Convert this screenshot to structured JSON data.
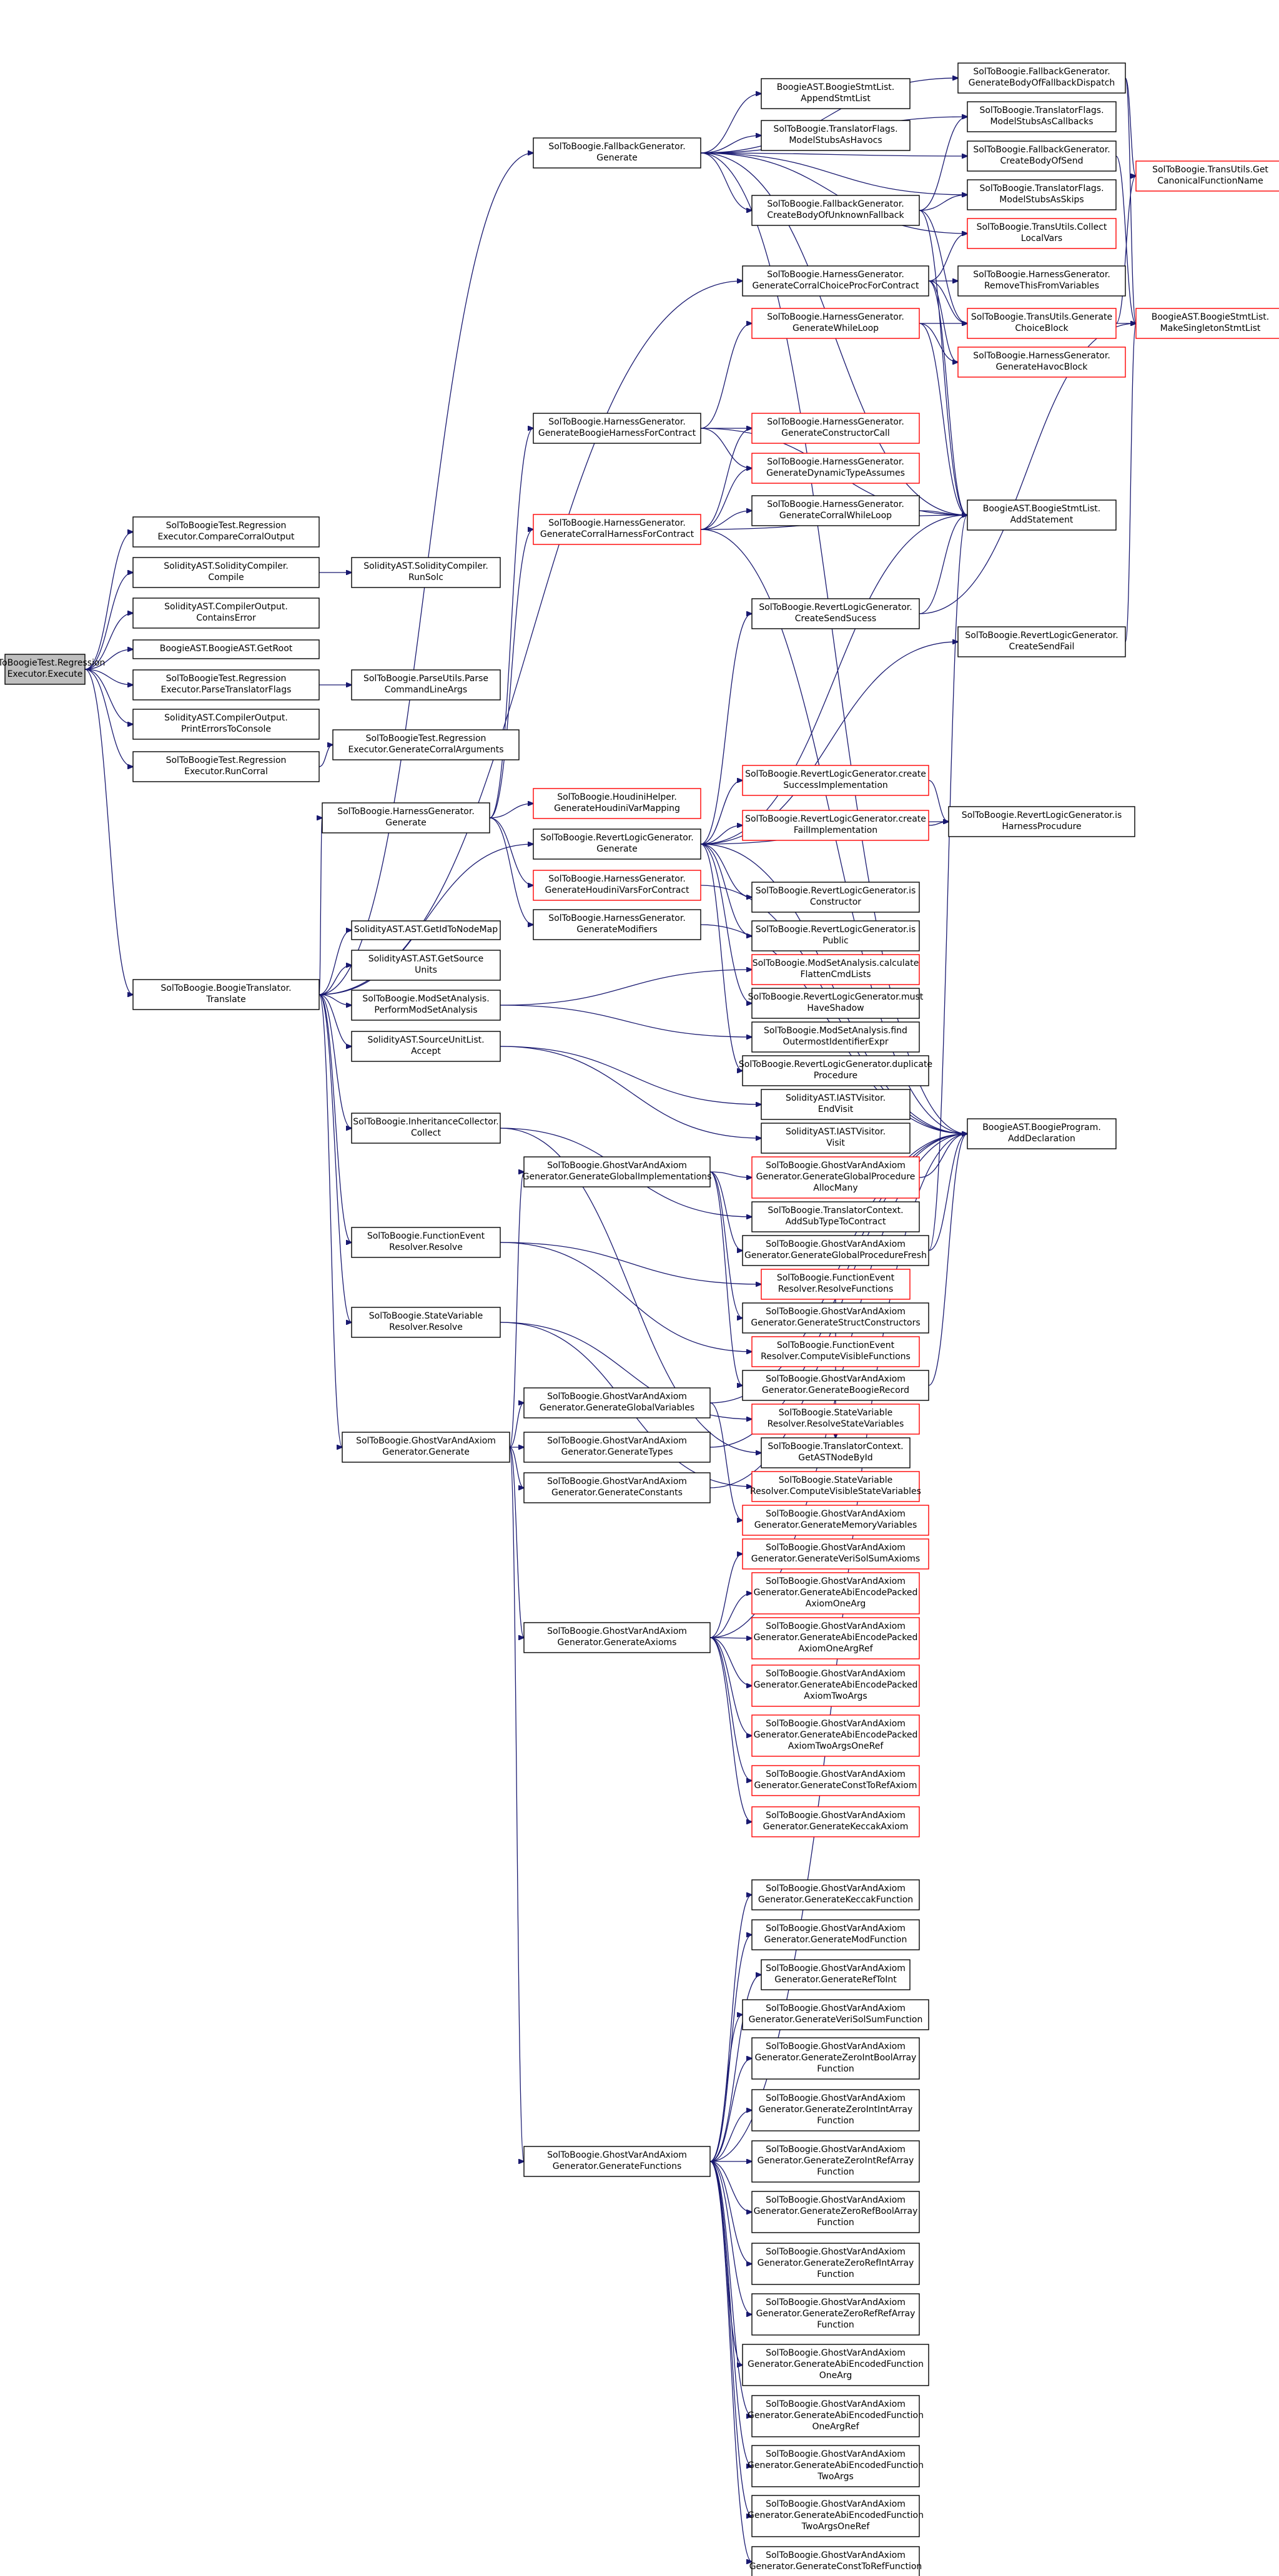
{
  "colors": {
    "edge": "#191970",
    "node_border": "#000000",
    "node_border_missing": "#ff0000",
    "root_fill": "#bfbfbf",
    "node_fill": "#ffffff"
  },
  "nodes": [
    {
      "id": "n0",
      "lines": [
        "SolToBoogieTest.Regression",
        "Executor.Execute"
      ],
      "style": "root"
    },
    {
      "id": "n1",
      "lines": [
        "SolToBoogieTest.Regression",
        "Executor.CompareCorralOutput"
      ]
    },
    {
      "id": "n2",
      "lines": [
        "SolidityAST.SolidityCompiler.",
        "Compile"
      ]
    },
    {
      "id": "n3",
      "lines": [
        "SolidityAST.SolidityCompiler.",
        "RunSolc"
      ]
    },
    {
      "id": "n4",
      "lines": [
        "SolidityAST.CompilerOutput.",
        "ContainsError"
      ]
    },
    {
      "id": "n5",
      "lines": [
        "BoogieAST.BoogieAST.GetRoot"
      ]
    },
    {
      "id": "n6",
      "lines": [
        "SolToBoogieTest.Regression",
        "Executor.ParseTranslatorFlags"
      ]
    },
    {
      "id": "n7",
      "lines": [
        "SolToBoogie.ParseUtils.Parse",
        "CommandLineArgs"
      ]
    },
    {
      "id": "n8",
      "lines": [
        "SolidityAST.CompilerOutput.",
        "PrintErrorsToConsole"
      ]
    },
    {
      "id": "n9",
      "lines": [
        "SolToBoogieTest.Regression",
        "Executor.RunCorral"
      ]
    },
    {
      "id": "n10",
      "lines": [
        "SolToBoogieTest.Regression",
        "Executor.GenerateCorralArguments"
      ]
    },
    {
      "id": "n11",
      "lines": [
        "SolToBoogie.BoogieTranslator.",
        "Translate"
      ]
    },
    {
      "id": "n12",
      "lines": [
        "SolToBoogie.FallbackGenerator.",
        "Generate"
      ]
    },
    {
      "id": "n13",
      "lines": [
        "BoogieAST.BoogieStmtList.",
        "AppendStmtList"
      ]
    },
    {
      "id": "n14",
      "lines": [
        "SolToBoogie.TranslatorFlags.",
        "ModelStubsAsHavocs"
      ]
    },
    {
      "id": "n15",
      "lines": [
        "SolToBoogie.FallbackGenerator.",
        "GenerateBodyOfFallbackDispatch"
      ]
    },
    {
      "id": "n16",
      "lines": [
        "SolToBoogie.TranslatorFlags.",
        "ModelStubsAsCallbacks"
      ]
    },
    {
      "id": "n17",
      "lines": [
        "SolToBoogie.FallbackGenerator.",
        "CreateBodyOfSend"
      ]
    },
    {
      "id": "n18",
      "lines": [
        "SolToBoogie.FallbackGenerator.",
        "CreateBodyOfUnknownFallback"
      ]
    },
    {
      "id": "n19",
      "lines": [
        "SolToBoogie.TranslatorFlags.",
        "ModelStubsAsSkips"
      ]
    },
    {
      "id": "n20",
      "lines": [
        "SolToBoogie.TransUtils.Get",
        "CanonicalFunctionName"
      ],
      "style": "red"
    },
    {
      "id": "n21",
      "lines": [
        "SolToBoogie.TransUtils.Collect",
        "LocalVars"
      ],
      "style": "red"
    },
    {
      "id": "n22",
      "lines": [
        "SolToBoogie.HarnessGenerator.",
        "GenerateCorralChoiceProcForContract"
      ]
    },
    {
      "id": "n23",
      "lines": [
        "SolToBoogie.HarnessGenerator.",
        "RemoveThisFromVariables"
      ]
    },
    {
      "id": "n24",
      "lines": [
        "SolToBoogie.HarnessGenerator.",
        "GenerateWhileLoop"
      ],
      "style": "red"
    },
    {
      "id": "n25",
      "lines": [
        "SolToBoogie.TransUtils.Generate",
        "ChoiceBlock"
      ],
      "style": "red"
    },
    {
      "id": "n26",
      "lines": [
        "BoogieAST.BoogieStmtList.",
        "MakeSingletonStmtList"
      ],
      "style": "red"
    },
    {
      "id": "n27",
      "lines": [
        "SolToBoogie.HarnessGenerator.",
        "GenerateHavocBlock"
      ],
      "style": "red"
    },
    {
      "id": "n28",
      "lines": [
        "SolToBoogie.HarnessGenerator.",
        "GenerateBoogieHarnessForContract"
      ]
    },
    {
      "id": "n29",
      "lines": [
        "SolToBoogie.HarnessGenerator.",
        "GenerateConstructorCall"
      ],
      "style": "red"
    },
    {
      "id": "n30",
      "lines": [
        "SolToBoogie.HarnessGenerator.",
        "GenerateDynamicTypeAssumes"
      ],
      "style": "red"
    },
    {
      "id": "n31",
      "lines": [
        "SolToBoogie.HarnessGenerator.",
        "GenerateCorralHarnessForContract"
      ],
      "style": "red"
    },
    {
      "id": "n32",
      "lines": [
        "SolToBoogie.HarnessGenerator.",
        "GenerateCorralWhileLoop"
      ]
    },
    {
      "id": "n33",
      "lines": [
        "BoogieAST.BoogieStmtList.",
        "AddStatement"
      ]
    },
    {
      "id": "n34",
      "lines": [
        "SolToBoogie.RevertLogicGenerator.",
        "CreateSendSucess"
      ]
    },
    {
      "id": "n35",
      "lines": [
        "SolToBoogie.RevertLogicGenerator.",
        "CreateSendFail"
      ]
    },
    {
      "id": "n36",
      "lines": [
        "SolToBoogie.RevertLogicGenerator.create",
        "SuccessImplementation"
      ],
      "style": "red"
    },
    {
      "id": "n37",
      "lines": [
        "SolToBoogie.RevertLogicGenerator.create",
        "FailImplementation"
      ],
      "style": "red"
    },
    {
      "id": "n38",
      "lines": [
        "SolToBoogie.RevertLogicGenerator.is",
        "HarnessProcudure"
      ]
    },
    {
      "id": "n39",
      "lines": [
        "SolToBoogie.HarnessGenerator.",
        "Generate"
      ]
    },
    {
      "id": "n40",
      "lines": [
        "SolToBoogie.HoudiniHelper.",
        "GenerateHoudiniVarMapping"
      ],
      "style": "red"
    },
    {
      "id": "n41",
      "lines": [
        "SolToBoogie.RevertLogicGenerator.",
        "Generate"
      ]
    },
    {
      "id": "n42",
      "lines": [
        "SolToBoogie.HarnessGenerator.",
        "GenerateHoudiniVarsForContract"
      ],
      "style": "red"
    },
    {
      "id": "n43",
      "lines": [
        "SolToBoogie.RevertLogicGenerator.is",
        "Constructor"
      ]
    },
    {
      "id": "n44",
      "lines": [
        "SolToBoogie.HarnessGenerator.",
        "GenerateModifiers"
      ]
    },
    {
      "id": "n45",
      "lines": [
        "SolToBoogie.RevertLogicGenerator.is",
        "Public"
      ]
    },
    {
      "id": "n46",
      "lines": [
        "SolidityAST.AST.GetIdToNodeMap"
      ]
    },
    {
      "id": "n47",
      "lines": [
        "SolToBoogie.RevertLogicGenerator.must",
        "HaveShadow"
      ]
    },
    {
      "id": "n48",
      "lines": [
        "SolidityAST.AST.GetSource",
        "Units"
      ]
    },
    {
      "id": "n49",
      "lines": [
        "SolToBoogie.ModSetAnalysis.calculate",
        "FlattenCmdLists"
      ],
      "style": "red"
    },
    {
      "id": "n50",
      "lines": [
        "SolToBoogie.ModSetAnalysis.",
        "PerformModSetAnalysis"
      ]
    },
    {
      "id": "n51",
      "lines": [
        "SolToBoogie.ModSetAnalysis.find",
        "OutermostIdentifierExpr"
      ]
    },
    {
      "id": "n52",
      "lines": [
        "SolToBoogie.RevertLogicGenerator.duplicate",
        "Procedure"
      ]
    },
    {
      "id": "n53",
      "lines": [
        "SolidityAST.SourceUnitList.",
        "Accept"
      ]
    },
    {
      "id": "n54",
      "lines": [
        "SolidityAST.IASTVisitor.",
        "EndVisit"
      ]
    },
    {
      "id": "n55",
      "lines": [
        "SolidityAST.IASTVisitor.",
        "Visit"
      ]
    },
    {
      "id": "n56",
      "lines": [
        "SolToBoogie.GhostVarAndAxiom",
        "Generator.GenerateGlobalProcedure",
        "AllocMany"
      ],
      "style": "red"
    },
    {
      "id": "n57",
      "lines": [
        "SolToBoogie.InheritanceCollector.",
        "Collect"
      ]
    },
    {
      "id": "n58",
      "lines": [
        "SolToBoogie.TranslatorContext.",
        "AddSubTypeToContract"
      ]
    },
    {
      "id": "n59",
      "lines": [
        "SolToBoogie.GhostVarAndAxiom",
        "Generator.GenerateGlobalProcedureFresh"
      ]
    },
    {
      "id": "n60",
      "lines": [
        "SolToBoogie.GhostVarAndAxiom",
        "Generator.GenerateGlobalImplementations"
      ]
    },
    {
      "id": "n61",
      "lines": [
        "BoogieAST.BoogieProgram.",
        "AddDeclaration"
      ]
    },
    {
      "id": "n62",
      "lines": [
        "SolToBoogie.GhostVarAndAxiom",
        "Generator.GenerateStructConstructors"
      ]
    },
    {
      "id": "n63",
      "lines": [
        "SolToBoogie.FunctionEvent",
        "Resolver.Resolve"
      ]
    },
    {
      "id": "n64",
      "lines": [
        "SolToBoogie.FunctionEvent",
        "Resolver.ResolveFunctions"
      ],
      "style": "red"
    },
    {
      "id": "n65",
      "lines": [
        "SolToBoogie.GhostVarAndAxiom",
        "Generator.GenerateBoogieRecord"
      ]
    },
    {
      "id": "n66",
      "lines": [
        "SolToBoogie.FunctionEvent",
        "Resolver.ComputeVisibleFunctions"
      ],
      "style": "red"
    },
    {
      "id": "n67",
      "lines": [
        "SolToBoogie.StateVariable",
        "Resolver.Resolve"
      ]
    },
    {
      "id": "n68",
      "lines": [
        "SolToBoogie.StateVariable",
        "Resolver.ResolveStateVariables"
      ],
      "style": "red"
    },
    {
      "id": "n69",
      "lines": [
        "SolToBoogie.TranslatorContext.",
        "GetASTNodeById"
      ]
    },
    {
      "id": "n70",
      "lines": [
        "SolToBoogie.StateVariable",
        "Resolver.ComputeVisibleStateVariables"
      ],
      "style": "red"
    },
    {
      "id": "n71",
      "lines": [
        "SolToBoogie.GhostVarAndAxiom",
        "Generator.GenerateGlobalVariables"
      ]
    },
    {
      "id": "n72",
      "lines": [
        "SolToBoogie.GhostVarAndAxiom",
        "Generator.GenerateMemoryVariables"
      ],
      "style": "red"
    },
    {
      "id": "n73",
      "lines": [
        "SolToBoogie.GhostVarAndAxiom",
        "Generator.Generate"
      ]
    },
    {
      "id": "n74",
      "lines": [
        "SolToBoogie.GhostVarAndAxiom",
        "Generator.GenerateTypes"
      ]
    },
    {
      "id": "n75",
      "lines": [
        "SolToBoogie.GhostVarAndAxiom",
        "Generator.GenerateConstants"
      ]
    },
    {
      "id": "n76",
      "lines": [
        "SolToBoogie.GhostVarAndAxiom",
        "Generator.GenerateVeriSolSumAxioms"
      ],
      "style": "red"
    },
    {
      "id": "n77",
      "lines": [
        "SolToBoogie.GhostVarAndAxiom",
        "Generator.GenerateAbiEncodePacked",
        "AxiomOneArg"
      ],
      "style": "red"
    },
    {
      "id": "n78",
      "lines": [
        "SolToBoogie.GhostVarAndAxiom",
        "Generator.GenerateAbiEncodePacked",
        "AxiomOneArgRef"
      ],
      "style": "red"
    },
    {
      "id": "n79",
      "lines": [
        "SolToBoogie.GhostVarAndAxiom",
        "Generator.GenerateAxioms"
      ]
    },
    {
      "id": "n80",
      "lines": [
        "SolToBoogie.GhostVarAndAxiom",
        "Generator.GenerateAbiEncodePacked",
        "AxiomTwoArgs"
      ],
      "style": "red"
    },
    {
      "id": "n81",
      "lines": [
        "SolToBoogie.GhostVarAndAxiom",
        "Generator.GenerateAbiEncodePacked",
        "AxiomTwoArgsOneRef"
      ],
      "style": "red"
    },
    {
      "id": "n82",
      "lines": [
        "SolToBoogie.GhostVarAndAxiom",
        "Generator.GenerateConstToRefAxiom"
      ],
      "style": "red"
    },
    {
      "id": "n83",
      "lines": [
        "SolToBoogie.GhostVarAndAxiom",
        "Generator.GenerateKeccakAxiom"
      ],
      "style": "red"
    },
    {
      "id": "n84",
      "lines": [
        "SolToBoogie.GhostVarAndAxiom",
        "Generator.GenerateKeccakFunction"
      ]
    },
    {
      "id": "n85",
      "lines": [
        "SolToBoogie.GhostVarAndAxiom",
        "Generator.GenerateModFunction"
      ]
    },
    {
      "id": "n86",
      "lines": [
        "SolToBoogie.GhostVarAndAxiom",
        "Generator.GenerateRefToInt"
      ]
    },
    {
      "id": "n87",
      "lines": [
        "SolToBoogie.GhostVarAndAxiom",
        "Generator.GenerateVeriSolSumFunction"
      ]
    },
    {
      "id": "n88",
      "lines": [
        "SolToBoogie.GhostVarAndAxiom",
        "Generator.GenerateZeroIntBoolArray",
        "Function"
      ]
    },
    {
      "id": "n89",
      "lines": [
        "SolToBoogie.GhostVarAndAxiom",
        "Generator.GenerateZeroIntIntArray",
        "Function"
      ]
    },
    {
      "id": "n90",
      "lines": [
        "SolToBoogie.GhostVarAndAxiom",
        "Generator.GenerateZeroIntRefArray",
        "Function"
      ]
    },
    {
      "id": "n91",
      "lines": [
        "SolToBoogie.GhostVarAndAxiom",
        "Generator.GenerateFunctions"
      ]
    },
    {
      "id": "n92",
      "lines": [
        "SolToBoogie.GhostVarAndAxiom",
        "Generator.GenerateZeroRefBoolArray",
        "Function"
      ]
    },
    {
      "id": "n93",
      "lines": [
        "SolToBoogie.GhostVarAndAxiom",
        "Generator.GenerateZeroRefIntArray",
        "Function"
      ]
    },
    {
      "id": "n94",
      "lines": [
        "SolToBoogie.GhostVarAndAxiom",
        "Generator.GenerateZeroRefRefArray",
        "Function"
      ]
    },
    {
      "id": "n95",
      "lines": [
        "SolToBoogie.GhostVarAndAxiom",
        "Generator.GenerateAbiEncodedFunction",
        "OneArg"
      ]
    },
    {
      "id": "n96",
      "lines": [
        "SolToBoogie.GhostVarAndAxiom",
        "Generator.GenerateAbiEncodedFunction",
        "OneArgRef"
      ]
    },
    {
      "id": "n97",
      "lines": [
        "SolToBoogie.GhostVarAndAxiom",
        "Generator.GenerateAbiEncodedFunction",
        "TwoArgs"
      ]
    },
    {
      "id": "n98",
      "lines": [
        "SolToBoogie.GhostVarAndAxiom",
        "Generator.GenerateAbiEncodedFunction",
        "TwoArgsOneRef"
      ]
    },
    {
      "id": "n99",
      "lines": [
        "SolToBoogie.GhostVarAndAxiom",
        "Generator.GenerateConstToRefFunction"
      ]
    }
  ],
  "edges": [
    [
      "n0",
      "n1"
    ],
    [
      "n0",
      "n2"
    ],
    [
      "n0",
      "n4"
    ],
    [
      "n0",
      "n5"
    ],
    [
      "n0",
      "n6"
    ],
    [
      "n0",
      "n8"
    ],
    [
      "n0",
      "n9"
    ],
    [
      "n0",
      "n11"
    ],
    [
      "n2",
      "n3"
    ],
    [
      "n6",
      "n7"
    ],
    [
      "n9",
      "n10"
    ],
    [
      "n11",
      "n12"
    ],
    [
      "n11",
      "n39"
    ],
    [
      "n11",
      "n41"
    ],
    [
      "n11",
      "n46"
    ],
    [
      "n11",
      "n48"
    ],
    [
      "n11",
      "n50"
    ],
    [
      "n11",
      "n53"
    ],
    [
      "n11",
      "n57"
    ],
    [
      "n11",
      "n63"
    ],
    [
      "n11",
      "n67"
    ],
    [
      "n11",
      "n73"
    ],
    [
      "n11",
      "n22"
    ],
    [
      "n12",
      "n13"
    ],
    [
      "n12",
      "n14"
    ],
    [
      "n12",
      "n15"
    ],
    [
      "n12",
      "n16"
    ],
    [
      "n12",
      "n17"
    ],
    [
      "n12",
      "n18"
    ],
    [
      "n12",
      "n19"
    ],
    [
      "n12",
      "n21"
    ],
    [
      "n12",
      "n33"
    ],
    [
      "n12",
      "n61"
    ],
    [
      "n15",
      "n20"
    ],
    [
      "n15",
      "n26"
    ],
    [
      "n17",
      "n26"
    ],
    [
      "n18",
      "n16"
    ],
    [
      "n18",
      "n19"
    ],
    [
      "n18",
      "n25"
    ],
    [
      "n18",
      "n33"
    ],
    [
      "n22",
      "n21"
    ],
    [
      "n22",
      "n23"
    ],
    [
      "n22",
      "n25"
    ],
    [
      "n22",
      "n27"
    ],
    [
      "n22",
      "n33"
    ],
    [
      "n24",
      "n25"
    ],
    [
      "n24",
      "n27"
    ],
    [
      "n24",
      "n33"
    ],
    [
      "n25",
      "n20"
    ],
    [
      "n25",
      "n26"
    ],
    [
      "n28",
      "n24"
    ],
    [
      "n28",
      "n29"
    ],
    [
      "n28",
      "n30"
    ],
    [
      "n28",
      "n33"
    ],
    [
      "n31",
      "n29"
    ],
    [
      "n31",
      "n30"
    ],
    [
      "n31",
      "n32"
    ],
    [
      "n31",
      "n33"
    ],
    [
      "n31",
      "n61"
    ],
    [
      "n32",
      "n33"
    ],
    [
      "n34",
      "n26"
    ],
    [
      "n34",
      "n33"
    ],
    [
      "n35",
      "n26"
    ],
    [
      "n36",
      "n38"
    ],
    [
      "n37",
      "n38"
    ],
    [
      "n39",
      "n28"
    ],
    [
      "n39",
      "n31"
    ],
    [
      "n39",
      "n40"
    ],
    [
      "n39",
      "n42"
    ],
    [
      "n39",
      "n44"
    ],
    [
      "n41",
      "n34"
    ],
    [
      "n41",
      "n35"
    ],
    [
      "n41",
      "n36"
    ],
    [
      "n41",
      "n37"
    ],
    [
      "n41",
      "n38"
    ],
    [
      "n41",
      "n43"
    ],
    [
      "n41",
      "n45"
    ],
    [
      "n41",
      "n47"
    ],
    [
      "n41",
      "n52"
    ],
    [
      "n41",
      "n33"
    ],
    [
      "n41",
      "n61"
    ],
    [
      "n42",
      "n61"
    ],
    [
      "n44",
      "n61"
    ],
    [
      "n50",
      "n49"
    ],
    [
      "n50",
      "n51"
    ],
    [
      "n53",
      "n54"
    ],
    [
      "n53",
      "n55"
    ],
    [
      "n57",
      "n58"
    ],
    [
      "n57",
      "n69"
    ],
    [
      "n60",
      "n56"
    ],
    [
      "n60",
      "n59"
    ],
    [
      "n60",
      "n62"
    ],
    [
      "n60",
      "n65"
    ],
    [
      "n56",
      "n61"
    ],
    [
      "n59",
      "n61"
    ],
    [
      "n59",
      "n33"
    ],
    [
      "n65",
      "n61"
    ],
    [
      "n63",
      "n64"
    ],
    [
      "n63",
      "n66"
    ],
    [
      "n64",
      "n69"
    ],
    [
      "n67",
      "n68"
    ],
    [
      "n67",
      "n70"
    ],
    [
      "n68",
      "n69"
    ],
    [
      "n73",
      "n60"
    ],
    [
      "n73",
      "n71"
    ],
    [
      "n73",
      "n74"
    ],
    [
      "n73",
      "n75"
    ],
    [
      "n73",
      "n79"
    ],
    [
      "n73",
      "n91"
    ],
    [
      "n71",
      "n72"
    ],
    [
      "n71",
      "n61"
    ],
    [
      "n74",
      "n61"
    ],
    [
      "n75",
      "n61"
    ],
    [
      "n79",
      "n76"
    ],
    [
      "n79",
      "n77"
    ],
    [
      "n79",
      "n78"
    ],
    [
      "n79",
      "n80"
    ],
    [
      "n79",
      "n81"
    ],
    [
      "n79",
      "n82"
    ],
    [
      "n79",
      "n83"
    ],
    [
      "n79",
      "n61"
    ],
    [
      "n91",
      "n84"
    ],
    [
      "n91",
      "n85"
    ],
    [
      "n91",
      "n86"
    ],
    [
      "n91",
      "n87"
    ],
    [
      "n91",
      "n88"
    ],
    [
      "n91",
      "n89"
    ],
    [
      "n91",
      "n90"
    ],
    [
      "n91",
      "n92"
    ],
    [
      "n91",
      "n93"
    ],
    [
      "n91",
      "n94"
    ],
    [
      "n91",
      "n95"
    ],
    [
      "n91",
      "n96"
    ],
    [
      "n91",
      "n97"
    ],
    [
      "n91",
      "n98"
    ],
    [
      "n91",
      "n99"
    ],
    [
      "n91",
      "n61"
    ]
  ]
}
